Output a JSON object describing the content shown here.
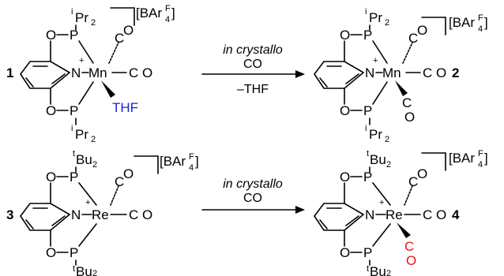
{
  "colors": {
    "default": "#000000",
    "thf": "#1f1fd6",
    "co_new": "#e8141b"
  },
  "atoms": {
    "O": "O",
    "P": "P",
    "N": "N",
    "Mn": "Mn",
    "Re": "Re",
    "CO": "C O",
    "C": "C",
    "Oc": "O",
    "plus": "+",
    "iPr_sup": "i",
    "tBu_sup": "t",
    "Pr": "Pr",
    "Bu": "Bu",
    "two": "2",
    "THF": "THF"
  },
  "counterion": {
    "open": "[BAr",
    "F": "F",
    "four": "4",
    "close": "]"
  },
  "compound_labels": {
    "c1": "1",
    "c2": "2",
    "c3": "3",
    "c4": "4"
  },
  "conditions": {
    "top": {
      "line1": "in crystallo",
      "line2": "CO",
      "line3": "–THF"
    },
    "bottom": {
      "line1": "in crystallo",
      "line2": "CO"
    }
  }
}
